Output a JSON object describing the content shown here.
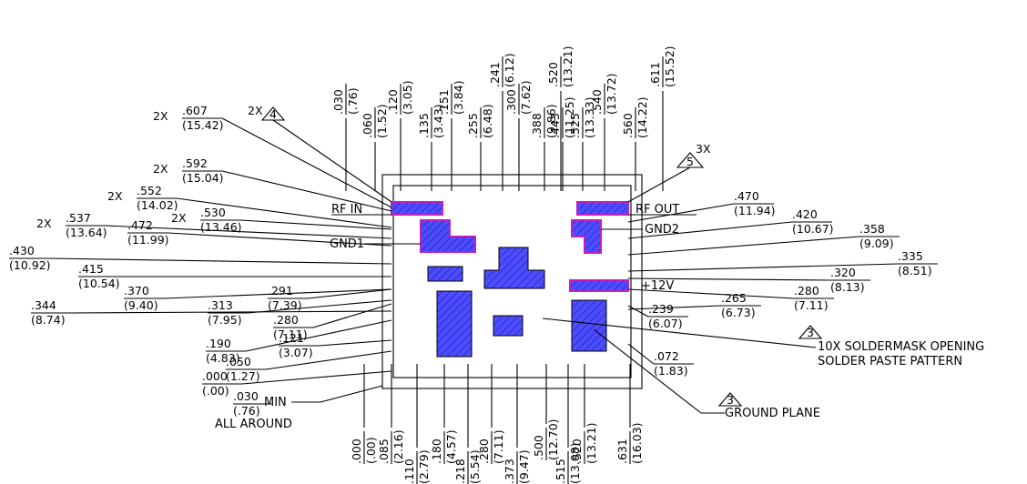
{
  "colors": {
    "pad_fill": "#4d4dff",
    "mask_outline": "#c020c0",
    "line": "#000000"
  },
  "labels": {
    "rf_in": "RF IN",
    "rf_out": "RF OUT",
    "gnd1": "GND1",
    "gnd2": "GND2",
    "v12": "+12V",
    "mult_3x": "3X",
    "mult_2x": "2X",
    "min": "MIN",
    "all_around": "ALL AROUND",
    "note_soldermask": "10X SOLDERMASK OPENING",
    "note_paste": "SOLDER PASTE PATTERN",
    "note_ground": "GROUND PLANE",
    "tri_4": "4",
    "tri_5": "5",
    "tri_3a": "3",
    "tri_3b": "3"
  },
  "left_dims": [
    {
      "in": ".607",
      "mm": "(15.42)",
      "pre": "2X"
    },
    {
      "in": ".592",
      "mm": "(15.04)",
      "pre": "2X"
    },
    {
      "in": ".552",
      "mm": "(14.02)",
      "pre": "2X"
    },
    {
      "in": ".537",
      "mm": "(13.64)",
      "pre": "2X"
    },
    {
      "in": ".472",
      "mm": "(11.99)",
      "pre": ""
    },
    {
      "in": ".530",
      "mm": "(13.46)",
      "pre": "2X"
    },
    {
      "in": ".430",
      "mm": "(10.92)",
      "pre": ""
    },
    {
      "in": ".415",
      "mm": "(10.54)",
      "pre": ""
    },
    {
      "in": ".370",
      "mm": "(9.40)",
      "pre": ""
    },
    {
      "in": ".344",
      "mm": "(8.74)",
      "pre": ""
    },
    {
      "in": ".313",
      "mm": "(7.95)",
      "pre": ""
    },
    {
      "in": ".291",
      "mm": "(7.39)",
      "pre": ""
    },
    {
      "in": ".280",
      "mm": "(7.11)",
      "pre": ""
    },
    {
      "in": ".190",
      "mm": "(4.83)",
      "pre": ""
    },
    {
      "in": ".121",
      "mm": "(3.07)",
      "pre": ""
    },
    {
      "in": ".050",
      "mm": "(1.27)",
      "pre": ""
    },
    {
      "in": ".000",
      "mm": "(.00)",
      "pre": ""
    },
    {
      "in": ".030",
      "mm": "(.76)",
      "pre": ""
    }
  ],
  "right_dims": [
    {
      "in": ".470",
      "mm": "(11.94)"
    },
    {
      "in": ".420",
      "mm": "(10.67)"
    },
    {
      "in": ".358",
      "mm": "(9.09)"
    },
    {
      "in": ".335",
      "mm": "(8.51)"
    },
    {
      "in": ".320",
      "mm": "(8.13)"
    },
    {
      "in": ".280",
      "mm": "(7.11)"
    },
    {
      "in": ".265",
      "mm": "(6.73)"
    },
    {
      "in": ".239",
      "mm": "(6.07)"
    },
    {
      "in": ".072",
      "mm": "(1.83)"
    }
  ],
  "top_dims": [
    {
      "in": ".030",
      "mm": "(.76)"
    },
    {
      "in": ".060",
      "mm": "(1.52)"
    },
    {
      "in": ".120",
      "mm": "(3.05)"
    },
    {
      "in": ".135",
      "mm": "(3.43)"
    },
    {
      "in": ".151",
      "mm": "(3.84)"
    },
    {
      "in": ".241",
      "mm": "(6.12)"
    },
    {
      "in": ".255",
      "mm": "(6.48)"
    },
    {
      "in": ".300",
      "mm": "(7.62)"
    },
    {
      "in": ".388",
      "mm": "(9.86)"
    },
    {
      "in": ".443",
      "mm": "(11.25)"
    },
    {
      "in": ".520",
      "mm": "(13.21)"
    },
    {
      "in": ".525",
      "mm": "(13.33)"
    },
    {
      "in": ".540",
      "mm": "(13.72)"
    },
    {
      "in": ".560",
      "mm": "(14.22)"
    },
    {
      "in": ".611",
      "mm": "(15.52)"
    }
  ],
  "bottom_dims": [
    {
      "in": ".000",
      "mm": "(.00)"
    },
    {
      "in": ".085",
      "mm": "(2.16)"
    },
    {
      "in": ".110",
      "mm": "(2.79)"
    },
    {
      "in": ".180",
      "mm": "(4.57)"
    },
    {
      "in": ".218",
      "mm": "(5.54)"
    },
    {
      "in": ".280",
      "mm": "(7.11)"
    },
    {
      "in": ".373",
      "mm": "(9.47)"
    },
    {
      "in": ".500",
      "mm": "(12.70)"
    },
    {
      "in": ".515",
      "mm": "(13.08)"
    },
    {
      "in": ".520",
      "mm": "(13.21)"
    },
    {
      "in": ".631",
      "mm": "(16.03)"
    }
  ]
}
